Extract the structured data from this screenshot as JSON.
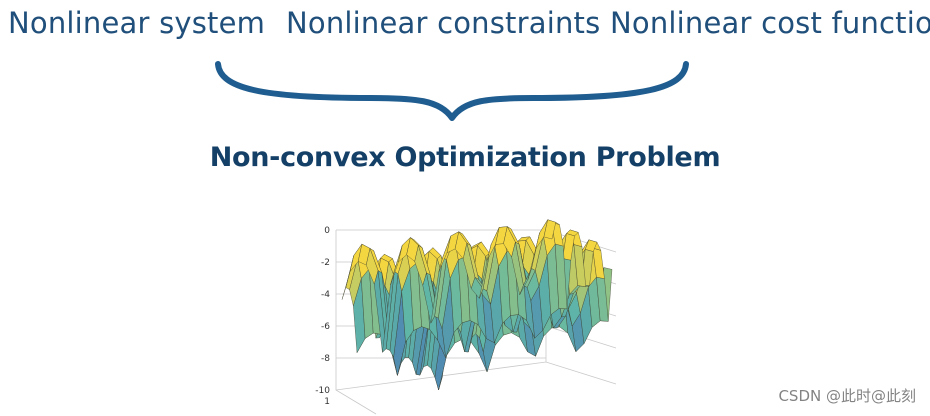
{
  "labels": {
    "system": "Nonlinear system",
    "constraints": "Nonlinear constraints",
    "cost": "Nonlinear cost function"
  },
  "subtitle": "Non-convex Optimization Problem",
  "plot": {
    "z_ticks": [
      "0",
      "-2",
      "-4",
      "-6",
      "-8",
      "-10"
    ],
    "y_tick": "1",
    "surface_colors": {
      "peak": "#f4d640",
      "mid": "#5fb6a7",
      "low": "#3a4fbf"
    }
  },
  "watermark": "CSDN @此时@此刻"
}
